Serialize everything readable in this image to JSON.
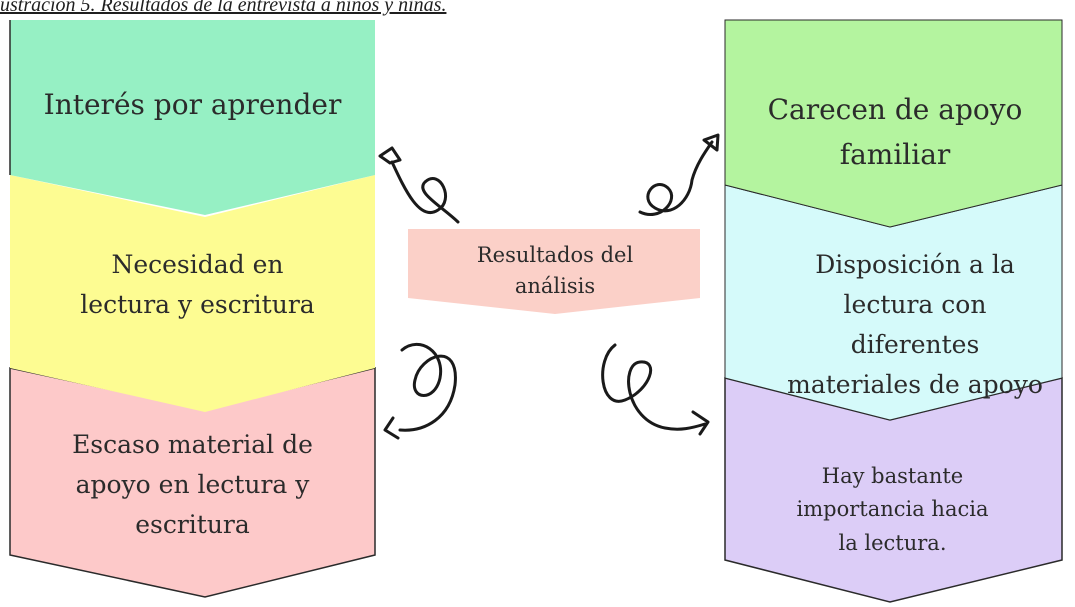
{
  "caption": "ustración 5. Resultados de la entrevista a niños y niñas.",
  "center": {
    "label": "Resultados del análisis"
  },
  "left_column": [
    {
      "label": "Interés por aprender",
      "color": "#96f0c4"
    },
    {
      "label": "Necesidad en lectura y escritura",
      "color": "#fdfc92"
    },
    {
      "label": "Escaso material de apoyo en lectura y escritura",
      "color": "#fdc9c9"
    }
  ],
  "right_column": [
    {
      "label": "Carecen de apoyo familiar",
      "color": "#b4f49f"
    },
    {
      "label": "Disposición a la lectura con diferentes materiales de apoyo",
      "color": "#d5fafa"
    },
    {
      "label": "Hay bastante importancia hacia la lectura.",
      "color": "#dccdf7"
    }
  ],
  "center_color": "#fbd0c8"
}
